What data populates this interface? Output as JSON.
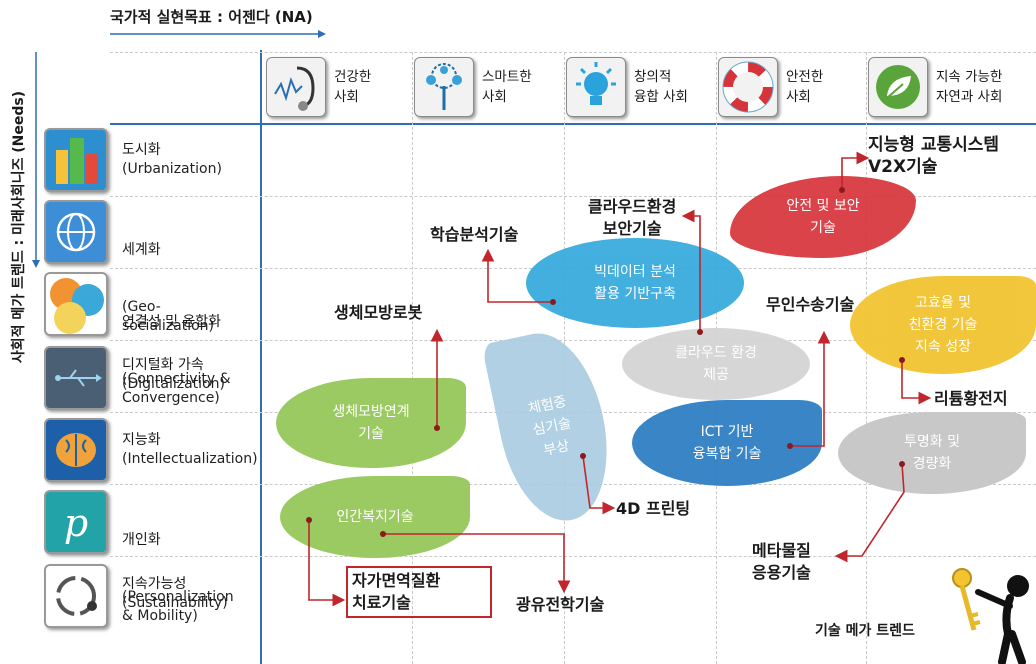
{
  "header": {
    "axis_label": "국가적 실현목표 : 어젠다 (NA)"
  },
  "side": {
    "axis_label": "사회적 메가 트렌드 : 미래사회니즈 (Needs)"
  },
  "columns": [
    {
      "icon": "stethoscope-icon",
      "label": "건강한\n사회"
    },
    {
      "icon": "circuit-tree-icon",
      "label": "스마트한\n사회"
    },
    {
      "icon": "lightbulb-icon",
      "label": "창의적\n융합 사회"
    },
    {
      "icon": "lifebuoy-icon",
      "label": "안전한\n사회"
    },
    {
      "icon": "leaf-icon",
      "label": "지속 가능한\n자연과 사회"
    }
  ],
  "rows": [
    {
      "icon": "buildings-icon",
      "ko": "도시화",
      "en": "(Urbanization)"
    },
    {
      "icon": "globe-icon",
      "ko": "세계화",
      "en": "(Geo-\nsocialization)"
    },
    {
      "icon": "circles-icon",
      "ko": "연결성 및 융합화",
      "en": "(Connectivity &\nConvergence)"
    },
    {
      "icon": "usb-icon",
      "ko": "디지털화 가속",
      "en": "(Digitalization)"
    },
    {
      "icon": "brain-icon",
      "ko": "지능화",
      "en": "(Intellectualization)"
    },
    {
      "icon": "p-letter-icon",
      "ko": "개인화",
      "en": "(Personalization\n& Mobility)"
    },
    {
      "icon": "cycle-icon",
      "ko": "지속가능성",
      "en": "(Sustainability)"
    }
  ],
  "blobs": {
    "safety": "안전 및 보안\n기술",
    "bigdata": "빅데이터 분석\n활용 기반구축",
    "efficiency": "고효율 및\n친환경 기술\n지속 성장",
    "cloud": "클라우드 환경\n제공",
    "experience": "체험중\n심기술\n부상",
    "biomimetic": "생체모방연계\n기술",
    "ict": "ICT 기반\n융복합 기술",
    "transparent": "투명화 및\n경량화",
    "welfare": "인간복지기술"
  },
  "labels": {
    "its": "지능형 교통시스템\nV2X기술",
    "cloud_security": "클라우드환경\n보안기술",
    "learning": "학습분석기술",
    "biorobot": "생체모방로봇",
    "unmanned": "무인수송기술",
    "battery": "리튬황전지",
    "printing": "4D 프린팅",
    "metamaterial": "메타물질\n응용기술",
    "autoimmune": "자가면역질환\n치료기술",
    "optogenetics": "광유전학기술"
  },
  "legend": {
    "mega_trend": "기술 메가 트렌드"
  },
  "colors": {
    "red": "#d6343a",
    "blue": "#33a9dd",
    "yellow": "#f2c430",
    "lightgray": "#d3d3d3",
    "lightblue": "#a9cbe0",
    "green": "#9bca62",
    "darkblue": "#2f7fc4",
    "gray": "#c8c8c8",
    "arrow": "#c0262c",
    "axis": "#2f6db5"
  }
}
